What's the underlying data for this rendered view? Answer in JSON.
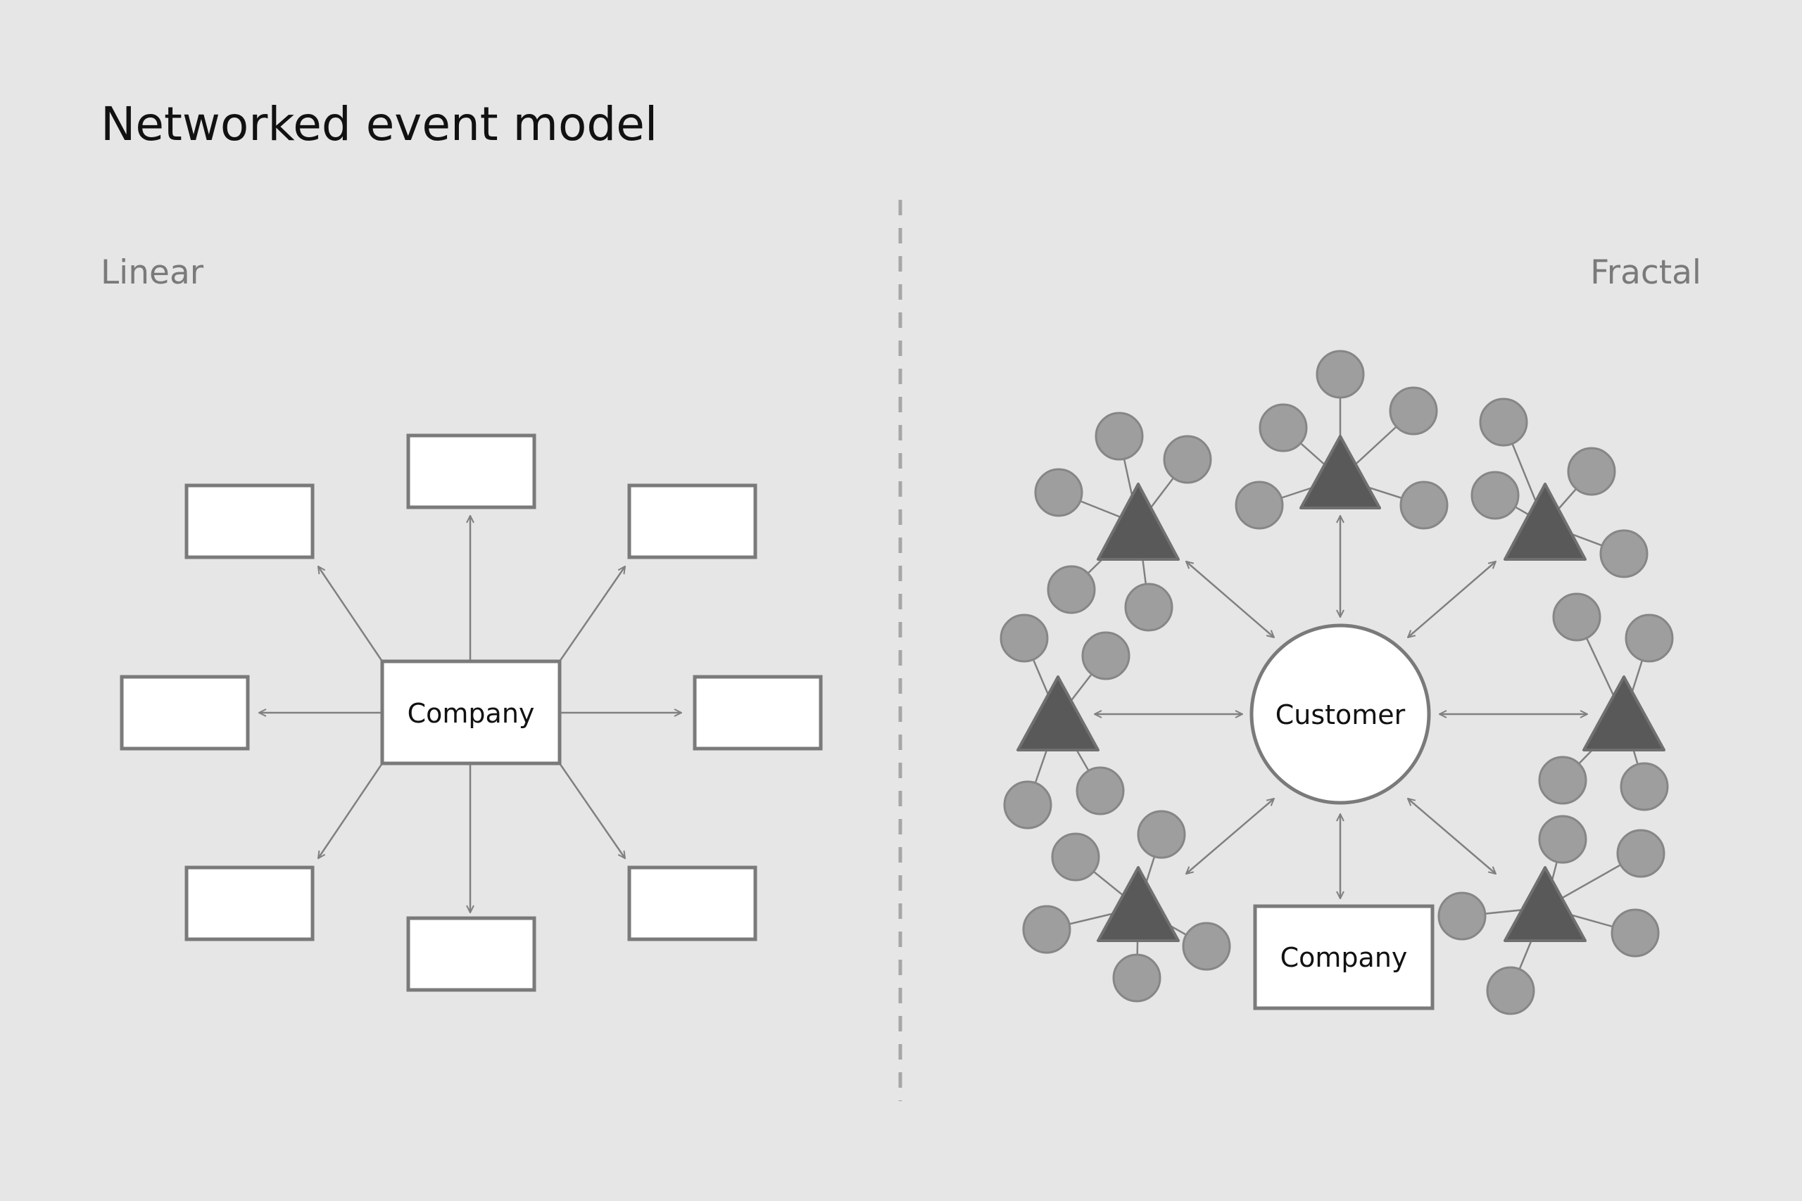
{
  "title": "Networked event model",
  "left_section": {
    "label": "Linear",
    "center_label": "Company",
    "node_count": 8
  },
  "right_section": {
    "label": "Fractal",
    "center_label": "Customer",
    "company_label": "Company",
    "triangle_count": 7
  },
  "colors": {
    "background": "#e6e6e6",
    "stroke": "#7a7a7a",
    "box_fill": "#ffffff",
    "triangle_fill": "#595959",
    "circle_fill": "#9e9e9e",
    "arrow": "#808080",
    "divider": "#a6a6a6"
  }
}
